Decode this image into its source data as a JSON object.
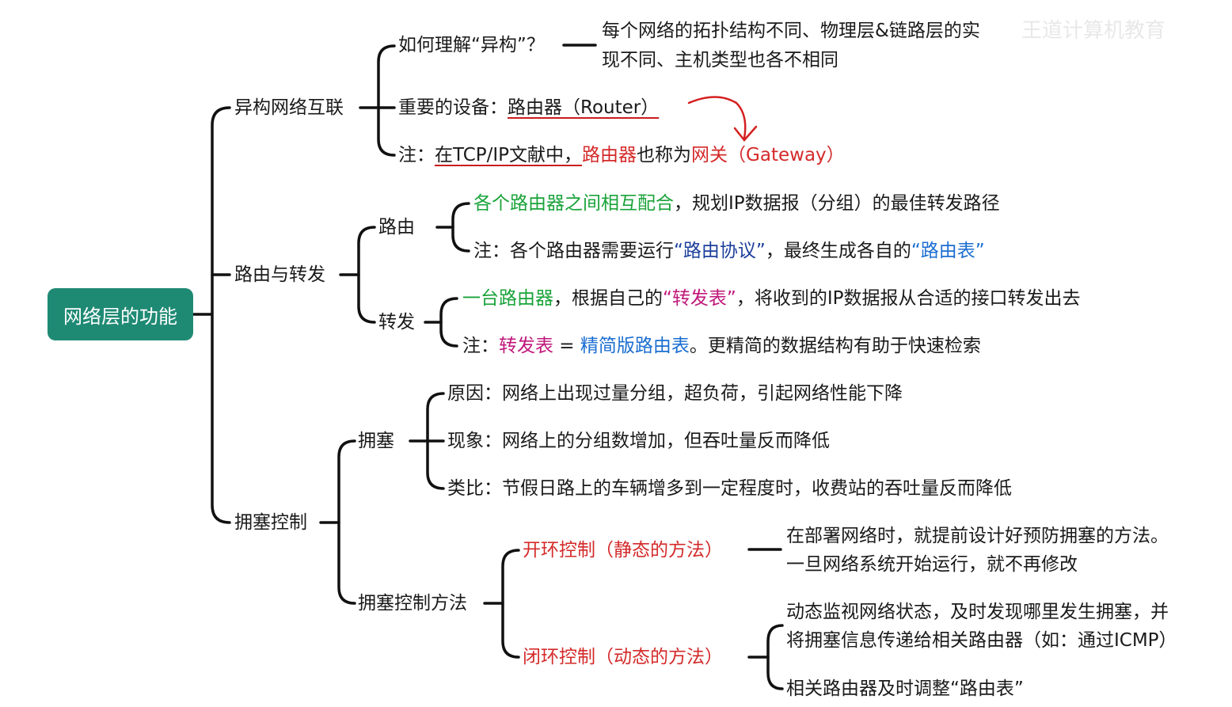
{
  "root": "网络层的功能",
  "watermark": "王道计算机教育",
  "b1": {
    "label": "异构网络互联",
    "q": "如何理解“异构”？",
    "q_ans1": "每个网络的拓扑结构不同、物理层&链路层的实",
    "q_ans2": "现不同、主机类型也各不相同",
    "dev_prefix": "重要的设备：",
    "dev_main": "路由器（Router）",
    "note_prefix": "注：",
    "note_a": "在TCP/IP文献中，",
    "note_b": "路由器",
    "note_c": "也称为",
    "note_d": "网关（Gateway）"
  },
  "b2": {
    "label": "路由与转发",
    "routing": "路由",
    "r1_a": "各个路由器之间相互配合",
    "r1_b": "，规划IP数据报（分组）的最佳转发路径",
    "r2_a": "注：各个路由器需要运行",
    "r2_b": "“路由协议”",
    "r2_c": "，最终生成各自的",
    "r2_d": "“路由表”",
    "forward": "转发",
    "f1_a": "一台路由器",
    "f1_b": "，根据自己的",
    "f1_c": "“转发表”",
    "f1_d": "，将收到的IP数据报从合适的接口转发出去",
    "f2_a": "注：",
    "f2_b": "转发表",
    "f2_c": " = ",
    "f2_d": "精简版路由表",
    "f2_e": "。更精简的数据结构有助于快速检索"
  },
  "b3": {
    "label": "拥塞控制",
    "cong": "拥塞",
    "c1": "原因：网络上出现过量分组，超负荷，引起网络性能下降",
    "c2": "现象：网络上的分组数增加，但吞吐量反而降低",
    "c3": "类比：节假日路上的车辆增多到一定程度时，收费站的吞吐量反而降低",
    "method": "拥塞控制方法",
    "open": "开环控制（静态的方法）",
    "open_d1": "在部署网络时，就提前设计好预防拥塞的方法。",
    "open_d2": "一旦网络系统开始运行，就不再修改",
    "closed": "闭环控制（动态的方法）",
    "closed_d1": "动态监视网络状态，及时发现哪里发生拥塞，并",
    "closed_d2": "将拥塞信息传递给相关路由器（如：通过ICMP）",
    "closed_d3": "相关路由器及时调整“路由表”"
  }
}
